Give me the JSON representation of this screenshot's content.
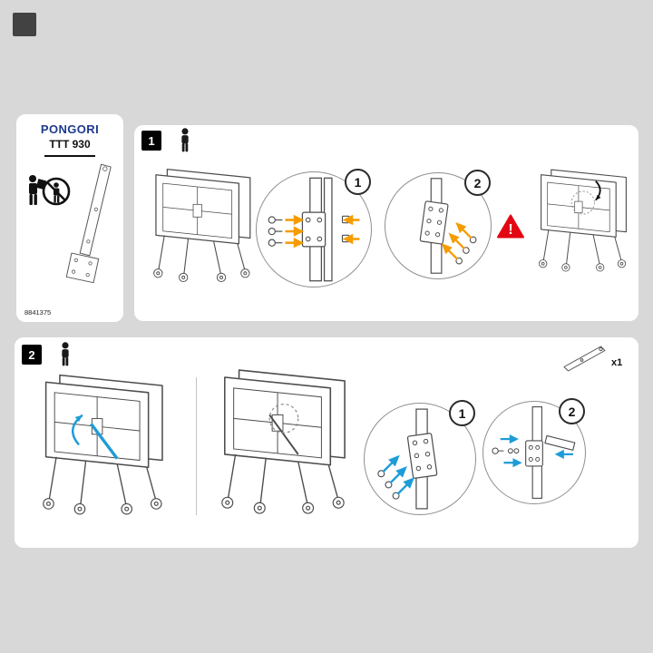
{
  "page": {
    "background_color": "#d8d8d8"
  },
  "product_card": {
    "brand": "PONGORI",
    "model": "TTT 930",
    "reference_number": "8841375"
  },
  "steps": [
    {
      "number": "1",
      "persons_required": "1",
      "arrow_color": "#f59c00",
      "warning_symbol": "!",
      "callouts": [
        {
          "number": "1"
        },
        {
          "number": "2"
        }
      ]
    },
    {
      "number": "2",
      "persons_required": "1",
      "arrow_color": "#1e9cd7",
      "part_quantity": "x1",
      "callouts": [
        {
          "number": "1"
        },
        {
          "number": "2"
        }
      ]
    }
  ],
  "icons": {
    "person": "one-person-pictogram",
    "no_single_person_carry": "carry-alone-prohibition",
    "warning": "red-triangle-exclamation"
  },
  "colors": {
    "accent_orange": "#f59c00",
    "accent_blue": "#1e9cd7",
    "warning_red": "#e30613",
    "brand_navy": "#1d3a8f",
    "line_art": "#4d4d4d"
  }
}
